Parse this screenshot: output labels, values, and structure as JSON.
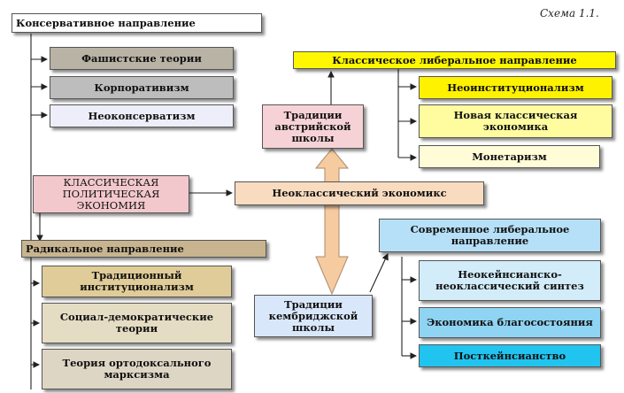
{
  "scheme_label": "Схема 1.1.",
  "colors": {
    "conservative": "#ffffff",
    "fascist": "#b9b3a6",
    "corporatism": "#bdbdbd",
    "neoconservatism": "#eeeefb",
    "classic_political": "#f2c8cc",
    "neoclassical_mix": "#f9dcc0",
    "austrian": "#f6d2d6",
    "cambridge": "#d9e7fa",
    "classic_liberal": "#fff700",
    "neoinstitutionalism": "#fff200",
    "new_classical": "#fefc9e",
    "monetarism": "#fffcd7",
    "modern_liberal": "#b6e0f8",
    "neokeynes": "#d2ecf9",
    "welfare": "#8fd4f2",
    "postkeynes": "#21c4ef",
    "radical": "#c8b590",
    "trad_institutionalism": "#e0cc98",
    "social_democratic": "#e5dcc4",
    "orthodox_marxism": "#ded6c4"
  },
  "boxes": {
    "conservative": "Консервативное направление",
    "fascist": "Фашистские теории",
    "corporatism": "Корпоративизм",
    "neoconservatism": "Неоконсерватизм",
    "classic_political": "КЛАССИЧЕСКАЯ ПОЛИТИЧЕСКАЯ ЭКОНОМИЯ",
    "neoclassical_mix": "Неоклассический экономикс",
    "austrian": "Традиции австрийской школы",
    "cambridge": "Традиции кембриджской школы",
    "classic_liberal": "Классическое либеральное направление",
    "neoinstitutionalism": "Неоинституционализм",
    "new_classical": "Новая классическая экономика",
    "monetarism": "Монетаризм",
    "modern_liberal": "Современное либеральное направление",
    "neokeynes": "Неокейнсианско-неоклассический синтез",
    "welfare": "Экономика благосостояния",
    "postkeynes": "Посткейнсианство",
    "radical": "Радикальное направление",
    "trad_institutionalism": "Традиционный институционализм",
    "social_democratic": "Социал-демократические теории",
    "orthodox_marxism": "Теория ортодоксального марксизма"
  }
}
